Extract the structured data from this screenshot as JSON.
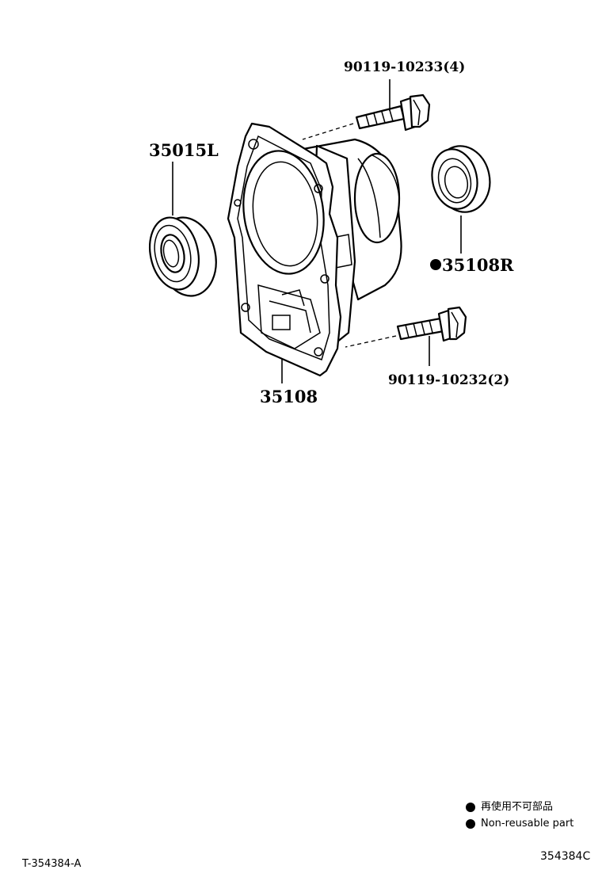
{
  "callouts": {
    "bolt_top": "90119-10233(4)",
    "bearing": "35015L",
    "seal": "35108R",
    "bolt_bottom": "90119-10232(2)",
    "housing": "35108"
  },
  "legend": {
    "jp": "再使用不可部品",
    "en": "Non-reusable part"
  },
  "footer": {
    "left_code": "T-354384-A",
    "right_code": "354384C"
  },
  "colors": {
    "ink": "#000000",
    "paper": "#ffffff"
  }
}
